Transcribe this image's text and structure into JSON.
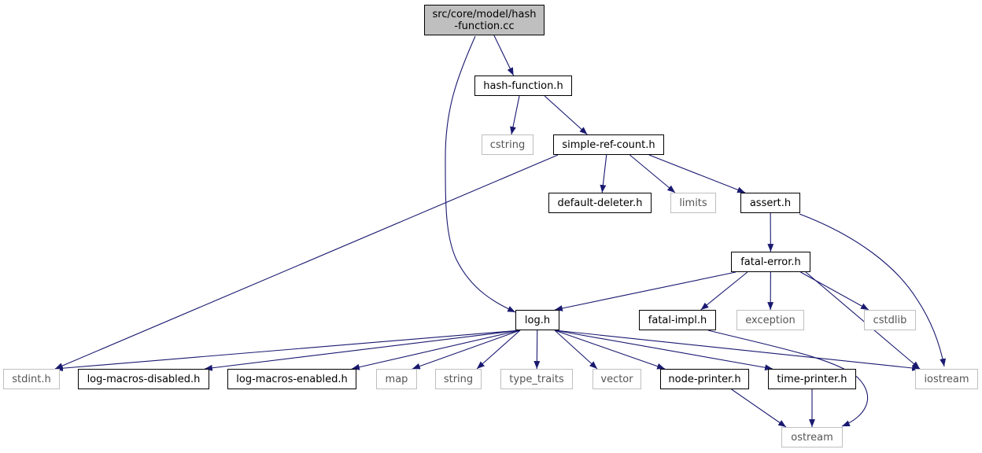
{
  "diagram": {
    "title": "",
    "edge_color": "#191970",
    "nodes": [
      {
        "id": "root",
        "label": "src/core/model/hash\n-function.cc",
        "kind": "root"
      },
      {
        "id": "hashfn",
        "label": "hash-function.h",
        "kind": "internal"
      },
      {
        "id": "cstring",
        "label": "cstring",
        "kind": "external"
      },
      {
        "id": "simpleref",
        "label": "simple-ref-count.h",
        "kind": "internal"
      },
      {
        "id": "deflt",
        "label": "default-deleter.h",
        "kind": "internal"
      },
      {
        "id": "limits",
        "label": "limits",
        "kind": "external"
      },
      {
        "id": "assert",
        "label": "assert.h",
        "kind": "internal"
      },
      {
        "id": "fatalerr",
        "label": "fatal-error.h",
        "kind": "internal"
      },
      {
        "id": "log",
        "label": "log.h",
        "kind": "internal"
      },
      {
        "id": "fatalimpl",
        "label": "fatal-impl.h",
        "kind": "internal"
      },
      {
        "id": "exception",
        "label": "exception",
        "kind": "external"
      },
      {
        "id": "cstdlib",
        "label": "cstdlib",
        "kind": "external"
      },
      {
        "id": "stdint",
        "label": "stdint.h",
        "kind": "external"
      },
      {
        "id": "logdis",
        "label": "log-macros-disabled.h",
        "kind": "internal"
      },
      {
        "id": "logen",
        "label": "log-macros-enabled.h",
        "kind": "internal"
      },
      {
        "id": "map",
        "label": "map",
        "kind": "external"
      },
      {
        "id": "string",
        "label": "string",
        "kind": "external"
      },
      {
        "id": "typetraits",
        "label": "type_traits",
        "kind": "external"
      },
      {
        "id": "vector",
        "label": "vector",
        "kind": "external"
      },
      {
        "id": "nodeprinter",
        "label": "node-printer.h",
        "kind": "internal"
      },
      {
        "id": "timeprinter",
        "label": "time-printer.h",
        "kind": "internal"
      },
      {
        "id": "iostream",
        "label": "iostream",
        "kind": "external"
      },
      {
        "id": "ostream",
        "label": "ostream",
        "kind": "external"
      }
    ],
    "edges": [
      [
        "root",
        "hashfn"
      ],
      [
        "root",
        "log"
      ],
      [
        "hashfn",
        "cstring"
      ],
      [
        "hashfn",
        "simpleref"
      ],
      [
        "simpleref",
        "stdint"
      ],
      [
        "simpleref",
        "deflt"
      ],
      [
        "simpleref",
        "limits"
      ],
      [
        "simpleref",
        "assert"
      ],
      [
        "assert",
        "fatalerr"
      ],
      [
        "assert",
        "iostream"
      ],
      [
        "fatalerr",
        "log"
      ],
      [
        "fatalerr",
        "fatalimpl"
      ],
      [
        "fatalerr",
        "exception"
      ],
      [
        "fatalerr",
        "cstdlib"
      ],
      [
        "fatalerr",
        "iostream"
      ],
      [
        "fatalimpl",
        "ostream"
      ],
      [
        "log",
        "stdint"
      ],
      [
        "log",
        "logdis"
      ],
      [
        "log",
        "logen"
      ],
      [
        "log",
        "map"
      ],
      [
        "log",
        "string"
      ],
      [
        "log",
        "typetraits"
      ],
      [
        "log",
        "vector"
      ],
      [
        "log",
        "nodeprinter"
      ],
      [
        "log",
        "timeprinter"
      ],
      [
        "log",
        "iostream"
      ],
      [
        "nodeprinter",
        "ostream"
      ],
      [
        "timeprinter",
        "ostream"
      ]
    ]
  }
}
